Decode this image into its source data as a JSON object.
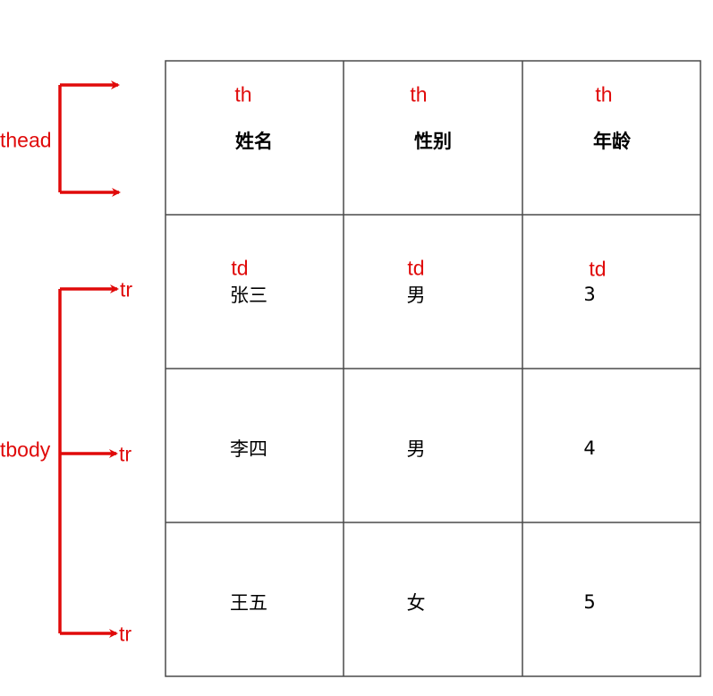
{
  "colors": {
    "annotation": "#e00a0a",
    "grid": "#4a4a4a",
    "text": "#000000"
  },
  "annotations": {
    "thead": "thead",
    "tbody": "tbody",
    "tr": "tr",
    "th": "th",
    "td": "td"
  },
  "table": {
    "headers": [
      "姓名",
      "性别",
      "年龄"
    ],
    "rows": [
      [
        "张三",
        "男",
        "3"
      ],
      [
        "李四",
        "男",
        "4"
      ],
      [
        "王五",
        "女",
        "5"
      ]
    ]
  }
}
